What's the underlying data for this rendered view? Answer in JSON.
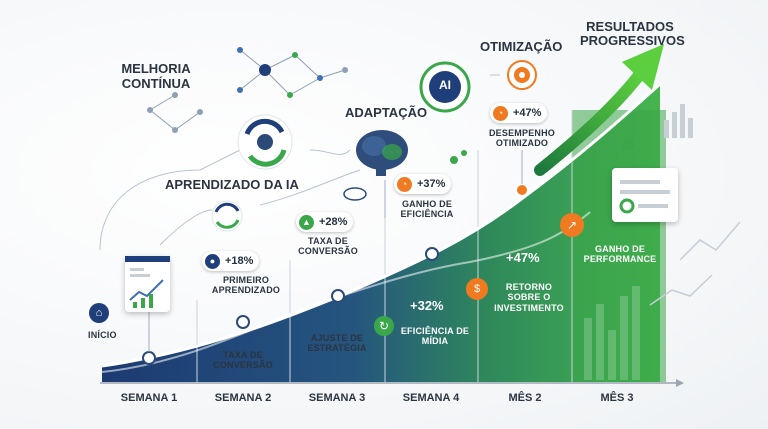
{
  "title": "RESULTADOS PROGRESSIVOS",
  "heading": "MELHORIA CONTÍNUA",
  "stages": {
    "learning": "APRENDIZADO DA IA",
    "adaptation": "ADAPTAÇÃO",
    "optimization": "OTIMIZAÇÃO",
    "ai_badge": "AI"
  },
  "axis_labels": [
    "SEMANA 1",
    "SEMANA 2",
    "SEMANA 3",
    "SEMANA 4",
    "MÊS 2",
    "MÊS 3"
  ],
  "milestones": {
    "inicio": "INÍCIO",
    "primeiro": {
      "value": "+18%",
      "label": "PRIMEIRO APRENDIZADO"
    },
    "taxa_bottom": "TAXA DE CONVERSÃO",
    "ajuste": "AJUSTE DE ESTRATÉGIA",
    "taxa_top": {
      "value": "+28%",
      "label": "TAXA DE CONVERSÃO"
    },
    "eficiencia_midia": {
      "value": "+32%",
      "label": "EFICIÊNCIA DE MÍDIA"
    },
    "ganho_eficiencia": {
      "value": "+37%",
      "label": "GANHO DE EFICIÊNCIA"
    },
    "retorno": {
      "value": "+47%",
      "label": "RETORNO SOBRE O INVESTIMENTO"
    },
    "desempenho": {
      "value": "+47%",
      "label": "DESEMPENHO OTIMIZADO"
    },
    "ganho_performance": "GANHO DE PERFORMANCE"
  },
  "colors": {
    "navy": "#1f3f7a",
    "green": "#3aa84a",
    "orange": "#f07a1f",
    "text": "#2b3440"
  }
}
